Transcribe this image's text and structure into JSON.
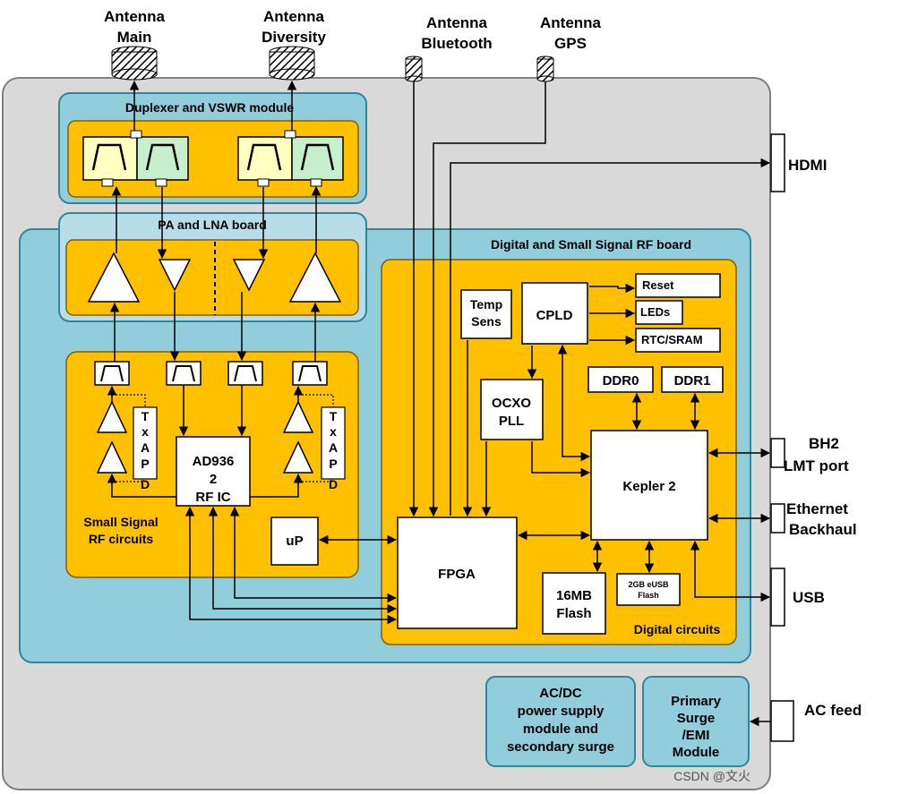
{
  "antennas": {
    "main": [
      "Antenna",
      "Main"
    ],
    "diversity": [
      "Antenna",
      "Diversity"
    ],
    "bluetooth": [
      "Antenna",
      "Bluetooth"
    ],
    "gps": [
      "Antenna",
      "GPS"
    ]
  },
  "modules": {
    "duplexer": "Duplexer and VSWR module",
    "pa_lna": "PA and LNA board",
    "digital_board": "Digital and Small Signal RF board",
    "small_signal": [
      "Small Signal",
      "RF circuits"
    ],
    "digital_circuits": "Digital circuits",
    "acdc": [
      "AC/DC",
      "power supply",
      "module and",
      "secondary surge"
    ],
    "surge": [
      "Primary",
      "Surge",
      "/EMI",
      "Module"
    ]
  },
  "components": {
    "temp_sens": [
      "Temp",
      "Sens"
    ],
    "cpld": "CPLD",
    "reset": "Reset",
    "leds": "LEDs",
    "rtc": "RTC/SRAM",
    "ddr0": "DDR0",
    "ddr1": "DDR1",
    "ocxo": [
      "OCXO",
      "PLL"
    ],
    "kepler": "Kepler 2",
    "fpga": "FPGA",
    "flash16": [
      "16MB",
      "Flash"
    ],
    "emmc": [
      "2GB eUSB",
      "Flash"
    ],
    "up": "uP",
    "ad9362": [
      "AD936",
      "2",
      "RF IC"
    ],
    "txapd_letters": [
      "T",
      "x",
      "A",
      "P",
      "D"
    ]
  },
  "ports": {
    "hdmi": "HDMI",
    "bh2": [
      "BH2",
      "LMT port"
    ],
    "ethernet": [
      "Ethernet",
      "Backhaul"
    ],
    "usb": "USB",
    "ac": "AC feed"
  },
  "watermark": "CSDN @文火"
}
